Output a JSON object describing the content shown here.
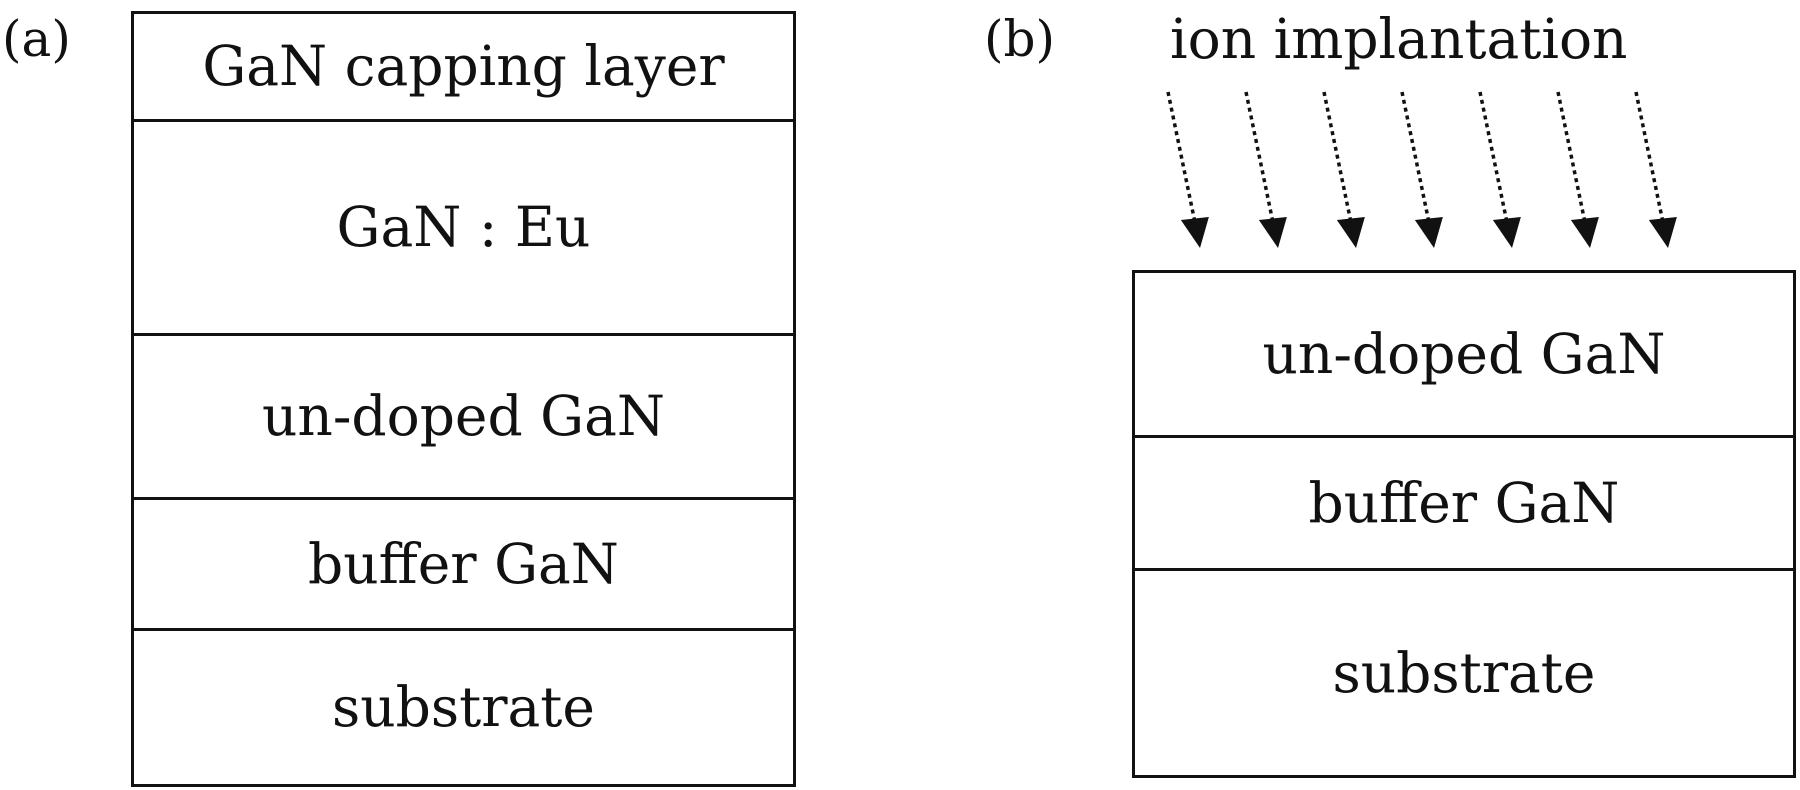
{
  "panel_a": {
    "label": "(a)",
    "layers": [
      {
        "name": "GaN capping layer"
      },
      {
        "name": "GaN : Eu"
      },
      {
        "name": "un-doped GaN"
      },
      {
        "name": "buffer GaN"
      },
      {
        "name": "substrate"
      }
    ]
  },
  "panel_b": {
    "label": "(b)",
    "process_label": "ion implantation",
    "arrow_count": 7,
    "layers": [
      {
        "name": "un-doped GaN"
      },
      {
        "name": "buffer GaN"
      },
      {
        "name": "substrate"
      }
    ]
  },
  "colors": {
    "line": "#111111",
    "background": "#ffffff"
  }
}
